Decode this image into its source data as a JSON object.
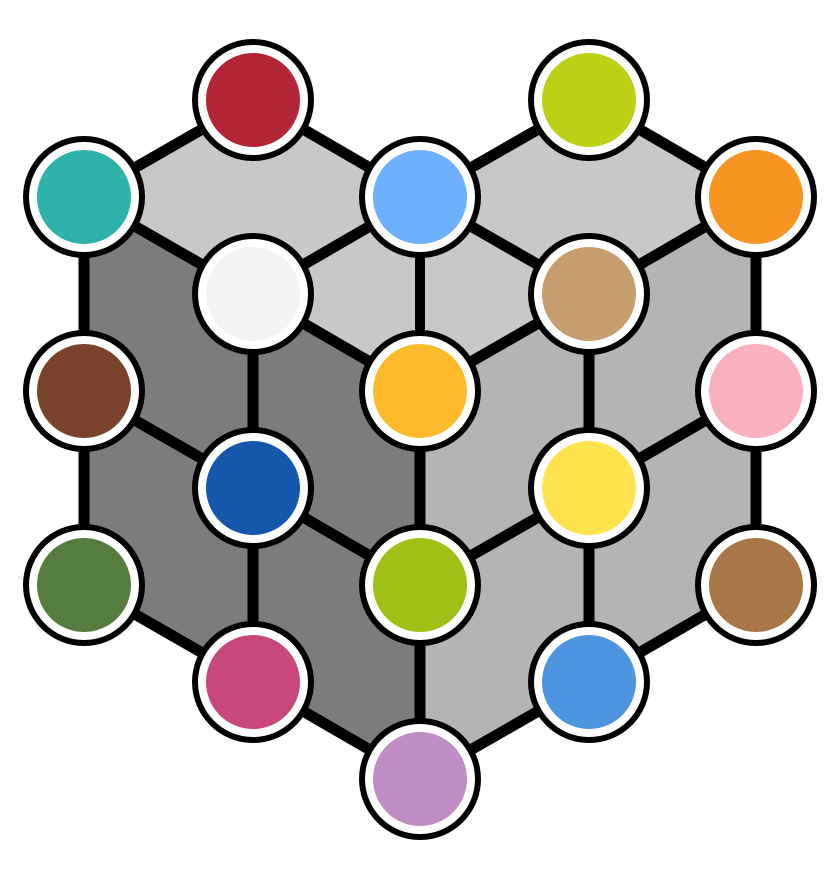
{
  "diagram": {
    "colors": {
      "background": "#ffffff",
      "outline": "#000000",
      "node_ring": "#ffffff",
      "face_top": "#c8c8c8",
      "face_left": "#7c7c7c",
      "face_right": "#b4b4b4"
    },
    "faces": [
      {
        "id": "face-top-left",
        "color": "#c8c8c8"
      },
      {
        "id": "face-top-right",
        "color": "#c8c8c8"
      },
      {
        "id": "face-left-outer",
        "color": "#7c7c7c"
      },
      {
        "id": "face-left-inner",
        "color": "#7c7c7c"
      },
      {
        "id": "face-right-inner",
        "color": "#b4b4b4"
      },
      {
        "id": "face-right-outer",
        "color": "#b4b4b4"
      }
    ],
    "nodes": [
      {
        "id": "top-left-peak",
        "color": "#b22536"
      },
      {
        "id": "top-right-peak",
        "color": "#bcd116"
      },
      {
        "id": "upper-left-corner",
        "color": "#2db3aa"
      },
      {
        "id": "top-center",
        "color": "#6db0ff"
      },
      {
        "id": "upper-right-corner",
        "color": "#f69422"
      },
      {
        "id": "inner-left-top",
        "color": "#f3f3f3"
      },
      {
        "id": "inner-right-top",
        "color": "#c59d6e"
      },
      {
        "id": "left-middle",
        "color": "#78432a"
      },
      {
        "id": "front-upper",
        "color": "#fdbb2c"
      },
      {
        "id": "right-middle",
        "color": "#f9b1bf"
      },
      {
        "id": "left-inner-middle",
        "color": "#1558ab"
      },
      {
        "id": "right-inner-middle",
        "color": "#fee34f"
      },
      {
        "id": "left-lower",
        "color": "#567c3f"
      },
      {
        "id": "front-middle",
        "color": "#a0bf17"
      },
      {
        "id": "right-lower",
        "color": "#a87748"
      },
      {
        "id": "left-bottom",
        "color": "#c84879"
      },
      {
        "id": "right-bottom",
        "color": "#4e95e0"
      },
      {
        "id": "front-bottom",
        "color": "#bf8dc3"
      }
    ]
  }
}
